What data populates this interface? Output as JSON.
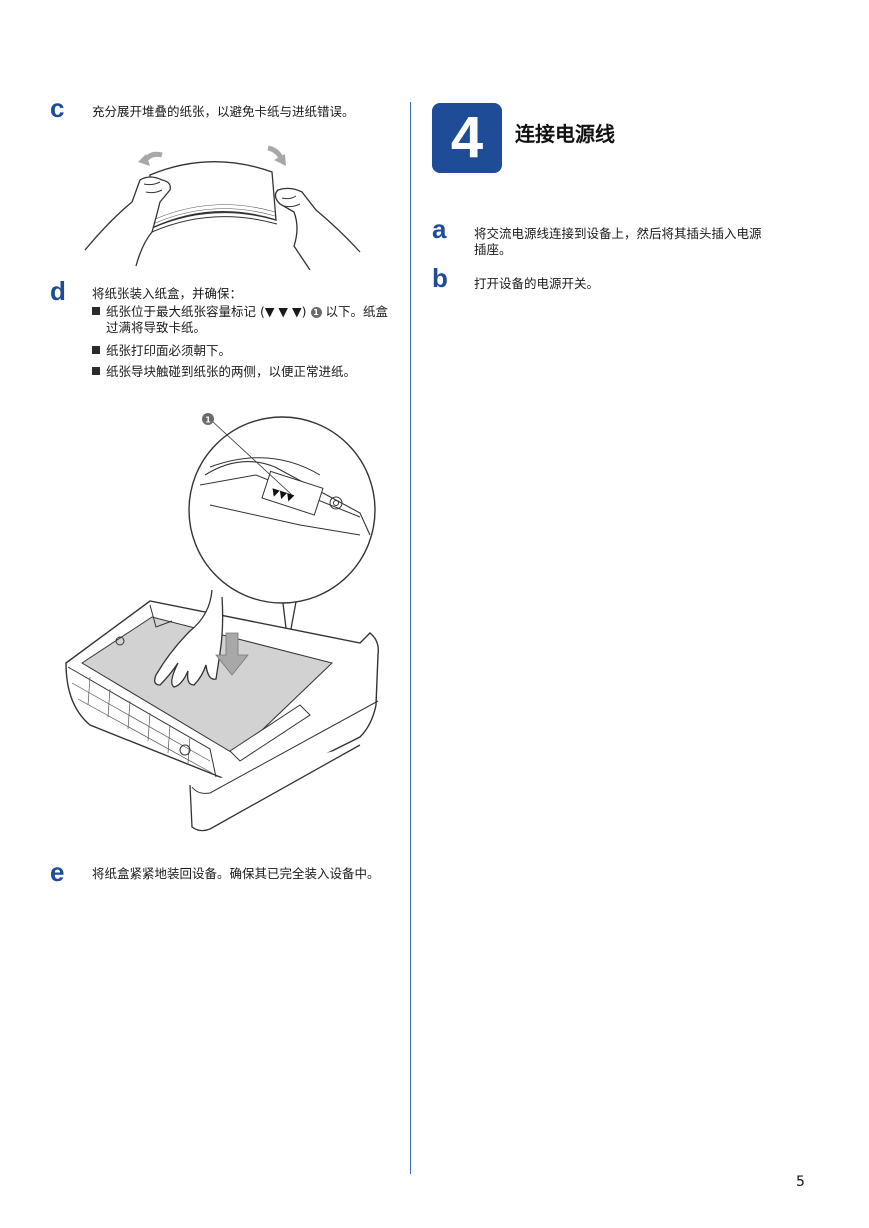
{
  "left": {
    "c": {
      "letter": "c",
      "text": "充分展开堆叠的纸张，以避免卡纸与进纸错误。"
    },
    "d": {
      "letter": "d",
      "text": "将纸张装入纸盒，并确保：",
      "bullets": [
        {
          "text_a": "纸张位于最大纸张容量标记 (▼ ▼ ▼)",
          "callout": "1",
          "text_b": "以下。纸盒过满将导致卡纸。"
        },
        {
          "text": "纸张打印面必须朝下。"
        },
        {
          "text": "纸张导块触碰到纸张的两侧，以便正常进纸。"
        }
      ],
      "illustration_callout": "1",
      "marks": "▼▼▼"
    },
    "e": {
      "letter": "e",
      "text": "将纸盒紧紧地装回设备。确保其已完全装入设备中。"
    }
  },
  "right": {
    "step_number": "4",
    "title": "连接电源线",
    "a": {
      "letter": "a",
      "text": "将交流电源线连接到设备上，然后将其插头插入电源插座。"
    },
    "b": {
      "letter": "b",
      "text": "打开设备的电源开关。"
    }
  },
  "page_number": "5",
  "colors": {
    "accent": "#1e4c96",
    "divider": "#3a6ab3",
    "paper": "#d2d2d2"
  }
}
